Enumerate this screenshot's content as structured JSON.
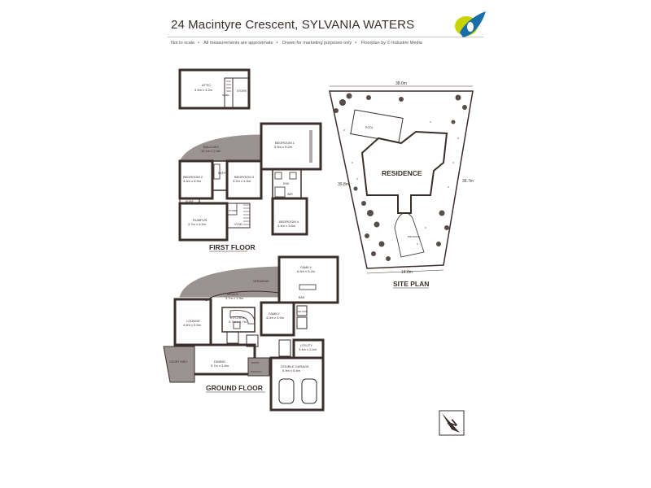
{
  "header": {
    "title": "24 Macintyre Crescent, SYLVANIA WATERS",
    "notes": [
      "Not to scale",
      "All measurements are approximate",
      "Drawn for marketing purposes only",
      "Floorplan by © Industrie Media"
    ]
  },
  "colors": {
    "wall": "#3a2f2c",
    "balcony": "#9a9391",
    "pool": "#ffffff",
    "logo_green": "#c8d400",
    "logo_blue": "#1a6ea8"
  },
  "attic": {
    "name": "ATTIC",
    "dims": "3.9m x 4.2m",
    "robe": "ROBE",
    "store": "STORE"
  },
  "first_floor": {
    "heading": "FIRST FLOOR",
    "balcony": {
      "name": "BALCONY",
      "dims": "10.1m x 2.4m"
    },
    "bedroom1": {
      "name": "BEDROOM 1",
      "dims": "5.5m x 5.2m"
    },
    "bedroom2": {
      "name": "BEDROOM 2",
      "dims": "3.4m x 4.5m"
    },
    "bedroom3": {
      "name": "BEDROOM 3",
      "dims": "3.2m x 4.5m"
    },
    "bedroom4": {
      "name": "BEDROOM 4",
      "dims": "3.4m x 3.6m"
    },
    "bath": "BATH",
    "robe": "ROBE",
    "ens": "ENS",
    "wir": "WIR",
    "rumpus": {
      "name": "RUMPUS",
      "dims": "3.7m x 4.5m"
    },
    "void": "VOID",
    "store": "STORE"
  },
  "ground_floor": {
    "heading": "GROUND FLOOR",
    "verandah": "VERANDAH",
    "family": {
      "name": "FAMILY",
      "dims": "6.5m x 5.2m"
    },
    "meals": {
      "name": "MEALS",
      "dims": "3.7m x 1.9m"
    },
    "lounge": {
      "name": "LOUNGE",
      "dims": "4.6m x 5.5m"
    },
    "kitchen": {
      "name": "KITCHEN",
      "dims": "3.7m x 2.7m"
    },
    "family2": {
      "name": "FAMILY",
      "dims": "4.0m x 3.9m"
    },
    "bar": "BAR",
    "cellar": "CELLAR",
    "dining": {
      "name": "DINING",
      "dims": "5.7m x 3.6m"
    },
    "courtyard": "COURTYARD",
    "utility": {
      "name": "UTILITY",
      "dims": "3.4m x 2.4m"
    },
    "garage": {
      "name": "DOUBLE GARAGE",
      "dims": "5.9m x 5.5m"
    },
    "portico": "PORTICO",
    "entry": "ENTRY"
  },
  "site_plan": {
    "heading": "SITE PLAN",
    "residence": "RESIDENCE",
    "pool": "POOL",
    "driveway": "DRIVEWAY",
    "top_width": "38.0m",
    "left_side": "39.8m",
    "right_side": "36.7m",
    "bottom_width": "14.8m"
  },
  "compass": {
    "letter": "N"
  }
}
